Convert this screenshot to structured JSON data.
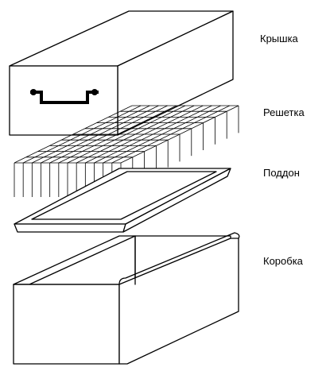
{
  "labels": {
    "lid": "Крышка",
    "grid": "Решетка",
    "tray": "Поддон",
    "box": "Коробка"
  }
}
